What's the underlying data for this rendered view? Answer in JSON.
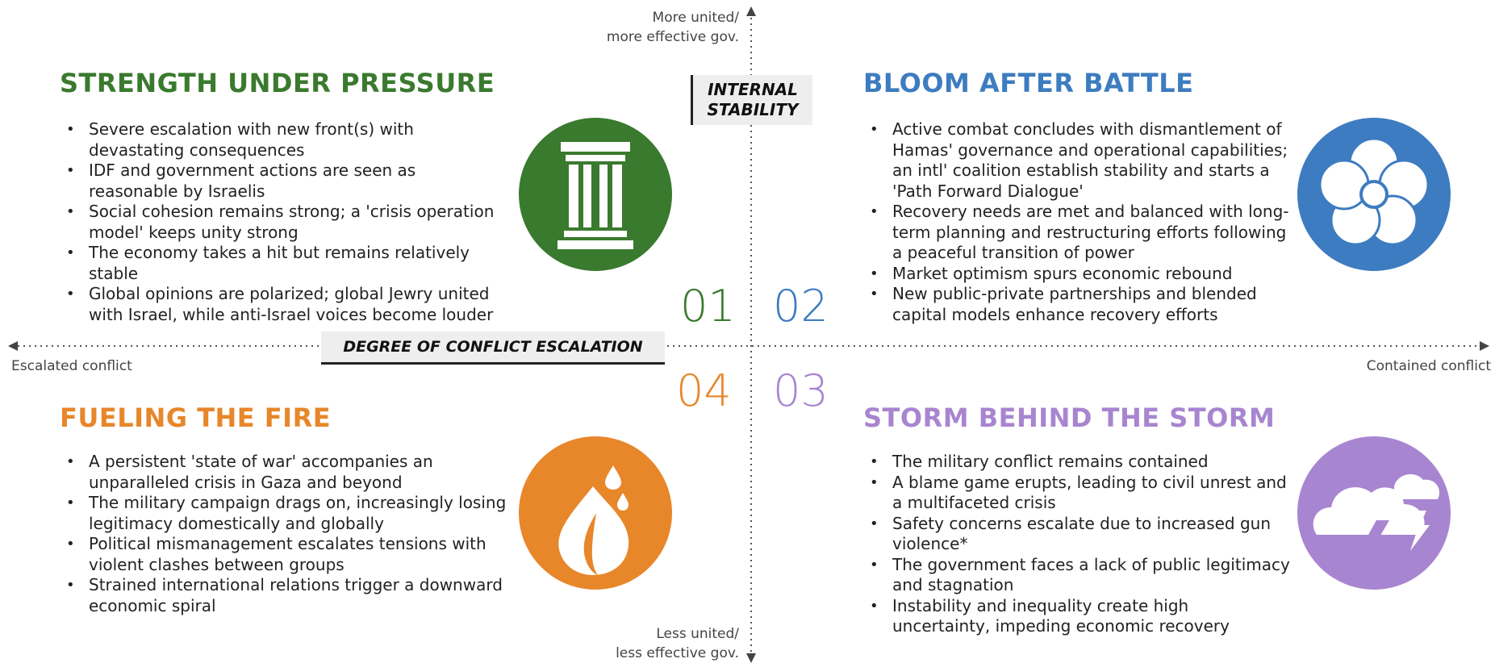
{
  "axes": {
    "vertical": {
      "title_line1": "INTERNAL",
      "title_line2": "STABILITY",
      "top_line1": "More united/",
      "top_line2": "more effective gov.",
      "bottom_line1": "Less united/",
      "bottom_line2": "less effective gov."
    },
    "horizontal": {
      "title": "DEGREE OF CONFLICT ESCALATION",
      "left": "Escalated conflict",
      "right": "Contained conflict"
    }
  },
  "quadrants": {
    "q1": {
      "number": "01",
      "title": "STRENGTH UNDER PRESSURE",
      "color": "#3a7a2e",
      "icon": "pillar-icon",
      "bullets": [
        "Severe escalation with new front(s) with devastating consequences",
        "IDF and government actions are seen as reasonable by Israelis",
        "Social cohesion remains strong; a 'crisis operation model' keeps unity strong",
        "The economy takes a hit but remains relatively stable",
        "Global opinions are polarized; global Jewry united with Israel, while anti-Israel voices become louder"
      ]
    },
    "q2": {
      "number": "02",
      "title": "BLOOM AFTER BATTLE",
      "color": "#3d7cc0",
      "icon": "flower-icon",
      "bullets": [
        "Active combat concludes with dismantlement of Hamas' governance and operational capabilities; an intl' coalition establish stability and starts a 'Path Forward Dialogue'",
        "Recovery needs are met and balanced with long-term planning and restructuring efforts following a peaceful transition of power",
        "Market optimism spurs economic rebound",
        "New public-private partnerships and blended capital models enhance recovery efforts"
      ]
    },
    "q3": {
      "number": "03",
      "title": "STORM BEHIND THE STORM",
      "color": "#a885d0",
      "icon": "storm-cloud-icon",
      "bullets": [
        "The military conflict remains contained",
        "A blame game erupts, leading to civil unrest and a multifaceted crisis",
        "Safety concerns escalate due to increased gun violence*",
        "The government faces a lack of public legitimacy and stagnation",
        "Instability and inequality create high uncertainty, impeding economic recovery"
      ]
    },
    "q4": {
      "number": "04",
      "title": "FUELING THE FIRE",
      "color": "#e8862a",
      "icon": "flame-icon",
      "bullets": [
        "A persistent 'state of war' accompanies an unparalleled crisis in Gaza and beyond",
        "The military campaign drags on, increasingly losing legitimacy domestically and globally",
        "Political mismanagement escalates tensions with violent clashes between groups",
        "Strained international relations trigger a downward economic spiral"
      ]
    }
  }
}
